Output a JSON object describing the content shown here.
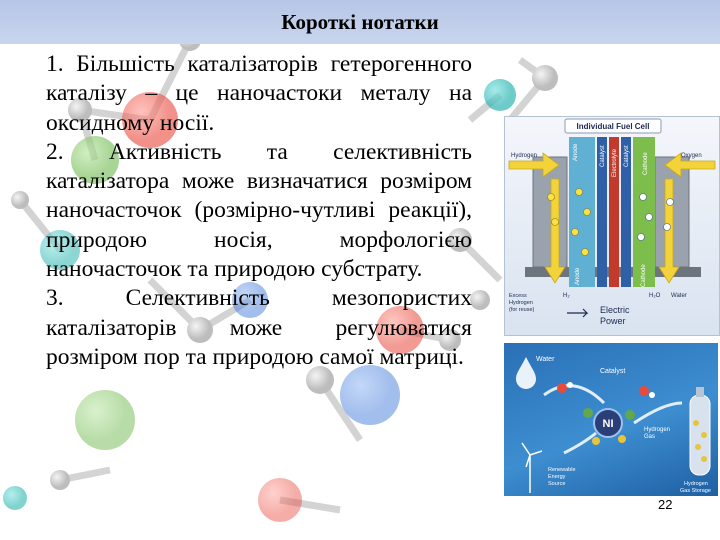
{
  "slide": {
    "title": "Короткі нотатки",
    "paragraphs": [
      "1. Більшість каталізаторів гетерогенного каталізу – це наночастоки металу на оксидному носії.",
      "2. Активність та селективність каталізатора може визначатися розміром наночасточок (розмірно-чутливі реакції), природою носія, морфологією наночасточок та природою субстрату.",
      "3. Селективність мезопористих каталізаторів може регулюватися розміром пор та природою самої матриці."
    ],
    "page_number": "22"
  },
  "fuel_cell_figure": {
    "title": "Individual Fuel Cell",
    "hydrogen_label": "Hydrogen",
    "oxygen_label": "Oxygen",
    "anode_label": "Anode",
    "electrolyte_label": "Electrolyte",
    "cathode_label": "Cathode",
    "catalyst_label": "Catalyst",
    "excess_hydrogen_label_1": "Excess",
    "excess_hydrogen_label_2": "Hydrogen",
    "excess_hydrogen_label_3": "(for reuse)",
    "h2_label": "H₂",
    "h2o_label": "H₂O",
    "water_label": "Water",
    "electric_power_label_1": "Electric",
    "electric_power_label_2": "Power"
  },
  "hydrogen_figure": {
    "water_label": "Water",
    "catalyst_label": "Catalyst",
    "ni_label": "NI",
    "hydrogen_gas_label_1": "Hydrogen",
    "hydrogen_gas_label_2": "Gas",
    "renewable_label_1": "Renewable",
    "renewable_label_2": "Energy",
    "renewable_label_3": "Source",
    "storage_label_1": "Hydrogen",
    "storage_label_2": "Gas Storage"
  },
  "colors": {
    "title_bar": "#b7c6e6",
    "molecule_red": "#e8483d",
    "molecule_teal": "#2fb5b1",
    "molecule_green": "#6fb94f",
    "molecule_blue": "#2e6ed6",
    "molecule_gray": "#c9c9c9"
  }
}
